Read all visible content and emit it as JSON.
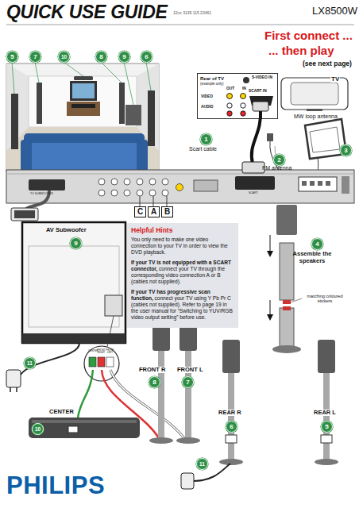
{
  "diagram": {
    "title": "QUICK USE GUIDE",
    "nodes": [
      {
        "text": [
          "Rear of TV",
          "(example only)",
          "OUT",
          "IN",
          "VIDEO",
          "AUDIO",
          "S-VIDEO IN",
          "SCART IN"
        ]
      },
      {
        "text": [
          "TV"
        ]
      },
      {
        "text": [
          "Helpful Hints",
          "You only need to make one video connection to your TV in order to view the DVD playback.",
          "If your TV is not equipped with a SCART connector,",
          "connect your TV through the corresponding video connection A or B (cables not supplied).",
          "If your TV has progressive scan function,",
          "connect your TV using Y Pb Pr C (cables not supplied). Refer to page 19 in the user manual for “Switching to YUV/RGB video output setting” before use."
        ]
      },
      {
        "text": [
          "C"
        ]
      },
      {
        "text": [
          "A"
        ]
      },
      {
        "text": [
          "B"
        ]
      }
    ],
    "labels": [
      "12nc 3139 115 23461",
      "LX8500W",
      "First connect ...",
      "... then play",
      "(see next page)",
      "5",
      "7",
      "10",
      "8",
      "9",
      "6",
      "1",
      "Scart cable",
      "2",
      "FM antenna",
      "3",
      "MW loop antenna",
      "TO SUBWOOFER",
      "SCART",
      "4",
      "Assemble the speakers",
      "matching coloured stickers",
      "AV Subwoofer",
      "9",
      "11",
      "CENTER",
      "FRONT RIGHT",
      "FRONT LEFT",
      "FRONT R",
      "8",
      "FRONT L",
      "7",
      "CENTER",
      "10",
      "REAR R",
      "6",
      "REAR L",
      "5",
      "11",
      "PHILIPS"
    ]
  }
}
